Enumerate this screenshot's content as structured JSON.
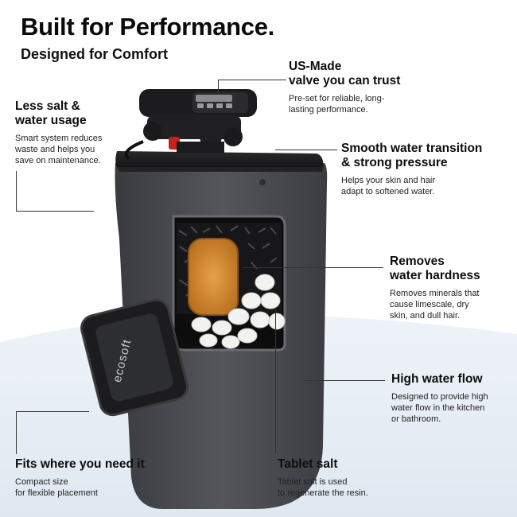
{
  "headline": "Built for Performance.",
  "subheadline": "Designed for Comfort",
  "brand": "ecosoft",
  "callouts": {
    "us_made": {
      "title_l1": "US-Made",
      "title_l2": "valve you can trust",
      "desc_l1": "Pre-set for reliable, long-",
      "desc_l2": "lasting performance."
    },
    "less_salt": {
      "title_l1": "Less salt &",
      "title_l2": "water usage",
      "desc_l1": "Smart system reduces",
      "desc_l2": "waste and helps you",
      "desc_l3": "save on maintenance."
    },
    "smooth": {
      "title_l1": "Smooth water transition",
      "title_l2": "& strong pressure",
      "desc_l1": "Helps your skin and hair",
      "desc_l2": "adapt to softened water."
    },
    "hardness": {
      "title_l1": "Removes",
      "title_l2": "water hardness",
      "desc_l1": "Removes minerals that",
      "desc_l2": "cause limescale, dry",
      "desc_l3": "skin, and dull hair."
    },
    "flow": {
      "title_l1": "High water flow",
      "desc_l1": "Designed to provide high",
      "desc_l2": "water flow in the kitchen",
      "desc_l3": "or bathroom."
    },
    "fits": {
      "title_l1": "Fits where you need it",
      "desc_l1": "Compact size",
      "desc_l2": "for flexible placement"
    },
    "tablet": {
      "title_l1": "Tablet salt",
      "desc_l1": "Tablet salt is used",
      "desc_l2": "to regenerate the resin."
    }
  },
  "colors": {
    "cabinet": "#4a4b50",
    "cabinet_dark": "#2e2f33",
    "valve": "#1c1c1e",
    "resin": "#d68a2c",
    "background_swoop": "#e6eef6",
    "text": "#111111"
  }
}
